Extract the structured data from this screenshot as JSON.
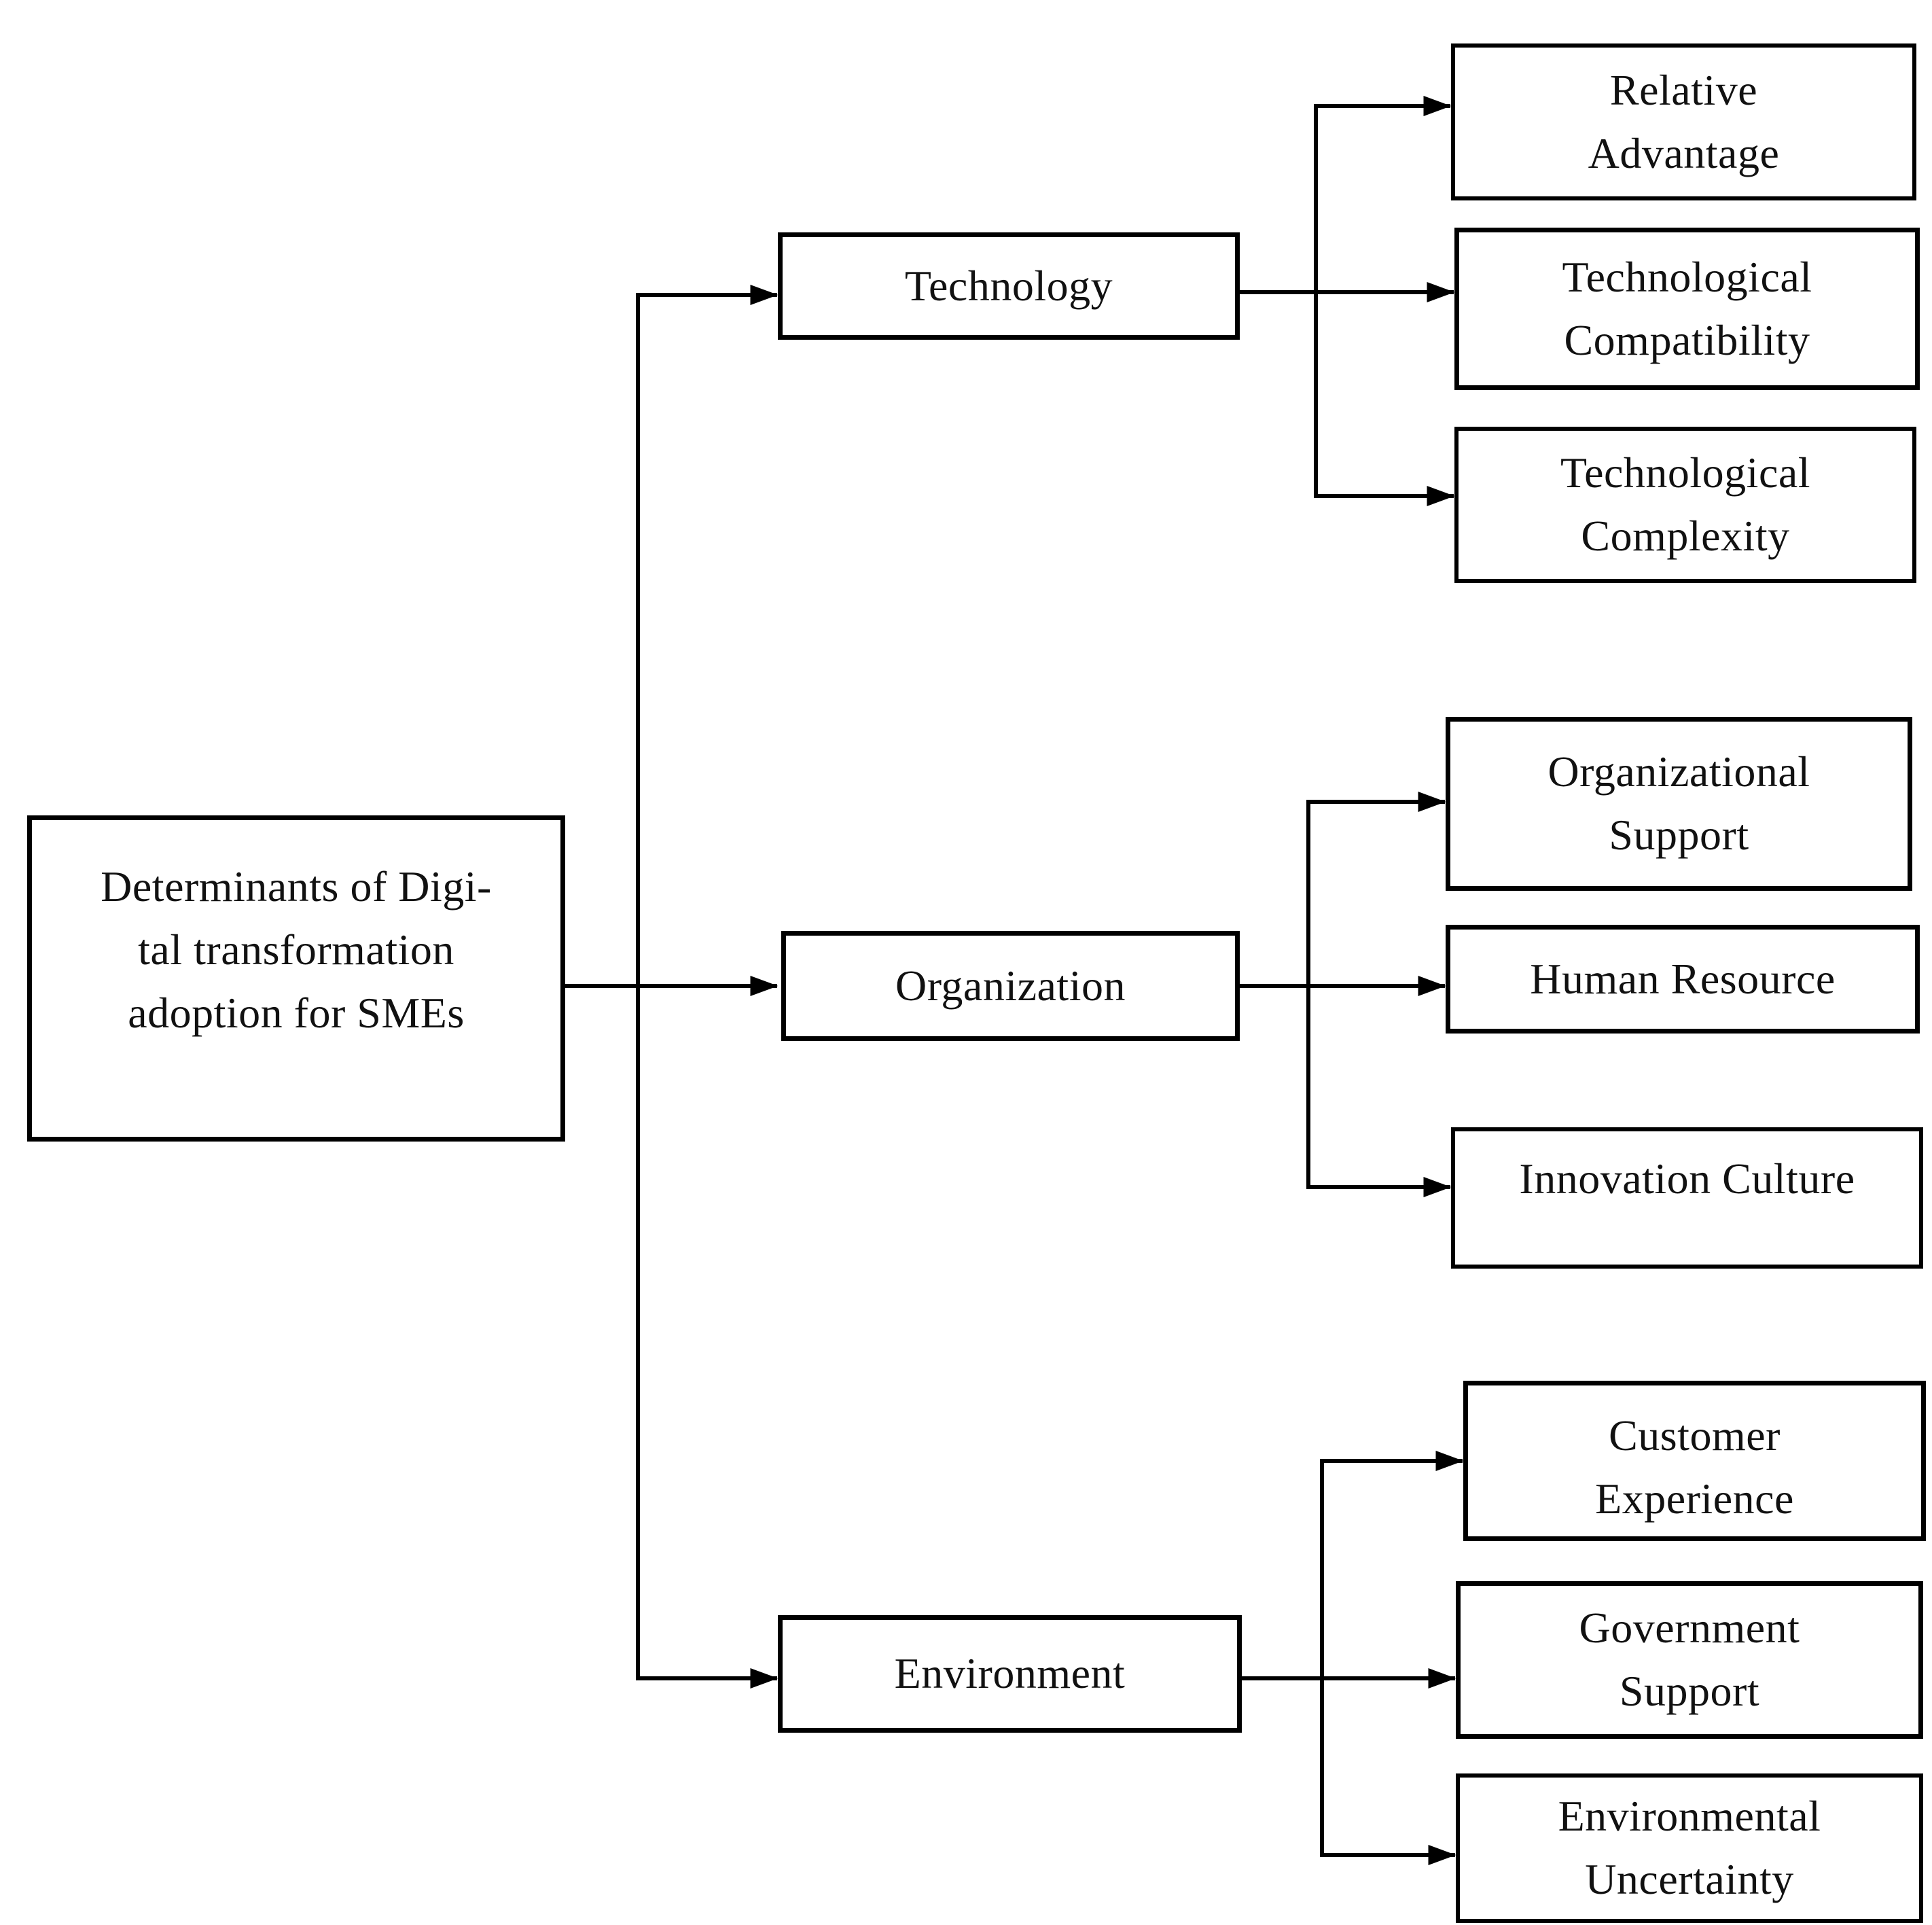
{
  "diagram": {
    "title": "Determinants of Digital transformation adoption for SMEs (TOE diagram)",
    "colors": {
      "line": "#000000",
      "box_border": "#000000",
      "box_fill": "#ffffff",
      "text": "#111111",
      "background": "#ffffff"
    },
    "root": {
      "label": "Determinants of Digi-\ntal transformation\nadoption for SMEs"
    },
    "branches": [
      {
        "id": "technology",
        "label": "Technology",
        "children": [
          {
            "label": "Relative\nAdvantage"
          },
          {
            "label": "Technological\nCompatibility"
          },
          {
            "label": "Technological\nComplexity"
          }
        ]
      },
      {
        "id": "organization",
        "label": "Organization",
        "children": [
          {
            "label": "Organizational\nSupport"
          },
          {
            "label": "Human Resource"
          },
          {
            "label": "Innovation Culture"
          }
        ]
      },
      {
        "id": "environment",
        "label": "Environment",
        "children": [
          {
            "label": "Customer\nExperience"
          },
          {
            "label": "Government\nSupport"
          },
          {
            "label": "Environmental\nUncertainty"
          }
        ]
      }
    ]
  }
}
